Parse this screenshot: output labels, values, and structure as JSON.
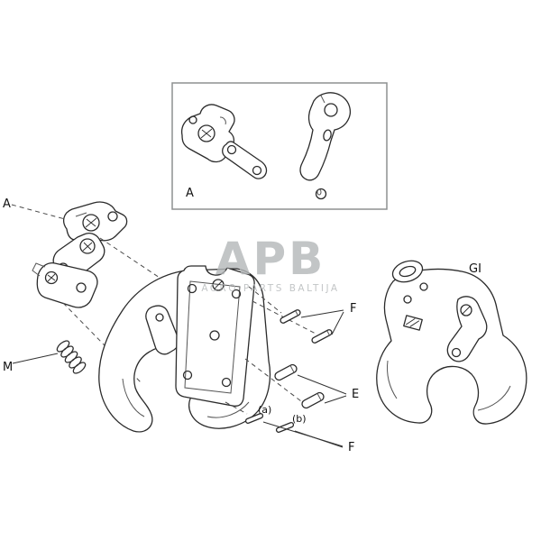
{
  "diagram": {
    "labels": {
      "detail_box": "A",
      "latch_assembly": "A",
      "spring": "M",
      "pins_upper": "F",
      "sleeves": "E",
      "pins_lower": "F",
      "pin_a": "(a)",
      "pin_b": "(b)",
      "hook_assembly": "GI"
    },
    "watermark": {
      "name": "APB",
      "tagline": "AGRO PARTS BALTIJA"
    },
    "colors": {
      "line": "#2b2b2b",
      "box_border": "#8d9091",
      "watermark": "#b4b7b9",
      "background": "#ffffff"
    }
  }
}
